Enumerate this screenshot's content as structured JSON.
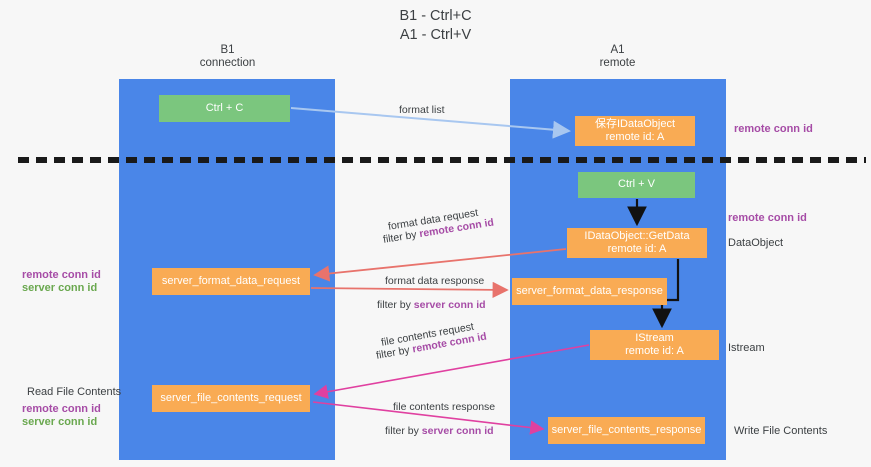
{
  "title": {
    "line1": "B1 - Ctrl+C",
    "line2": "A1 - Ctrl+V"
  },
  "colors": {
    "column": "#4a86e8",
    "green_node": "#7bc67e",
    "orange_node": "#f9ab54",
    "purple_label": "#a64ca6",
    "green_label": "#6aa84f",
    "blue_arrow": "#a8c7f0",
    "red_arrow": "#e8736c",
    "magenta_arrow": "#e040a0",
    "black_arrow": "#000000",
    "background": "#f7f7f7"
  },
  "columns": [
    {
      "name": "B1",
      "sub": "connection"
    },
    {
      "name": "A1",
      "sub": "remote"
    }
  ],
  "nodes": {
    "ctrl_c": {
      "line1": "Ctrl + C"
    },
    "save_dataobject": {
      "line1": "保存IDataObject",
      "line2": "remote id: A"
    },
    "ctrl_v": {
      "line1": "Ctrl + V"
    },
    "getdata": {
      "line1": "IDataObject::GetData",
      "line2": "remote id: A"
    },
    "server_format_data_request": {
      "line1": "server_format_data_request"
    },
    "server_format_data_response": {
      "line1": "server_format_data_response"
    },
    "istream": {
      "line1": "IStream",
      "line2": "remote id: A"
    },
    "server_file_contents_request": {
      "line1": "server_file_contents_request"
    },
    "server_file_contents_response": {
      "line1": "server_file_contents_response"
    }
  },
  "arrow_labels": {
    "format_list": "format list",
    "format_data_request": "format data request",
    "format_data_request_filter_prefix": "filter by ",
    "format_data_request_filter_key": "remote conn id",
    "format_data_response": "format data response",
    "format_data_response_filter_prefix": "filter by ",
    "format_data_response_filter_key": "server conn id",
    "file_contents_request": "file contents request",
    "file_contents_request_filter_prefix": "filter by ",
    "file_contents_request_filter_key": "remote conn id",
    "file_contents_response": "file contents response",
    "file_contents_response_filter_prefix": "filter by ",
    "file_contents_response_filter_key": "server conn id"
  },
  "right_labels": {
    "remote_conn_id_top": "remote conn id",
    "remote_conn_id_mid": "remote conn id",
    "dataobject": "DataObject",
    "istream": "Istream",
    "write_file_contents": "Write File Contents"
  },
  "left_labels": {
    "remote_conn_id_1": "remote conn id",
    "server_conn_id_1": "server conn id",
    "read_file_contents": "Read File Contents",
    "remote_conn_id_2": "remote conn id",
    "server_conn_id_2": "server conn id"
  }
}
